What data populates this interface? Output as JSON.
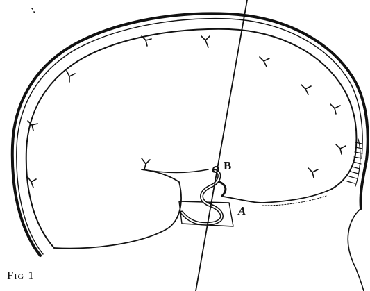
{
  "figure": {
    "caption": "Fig 1",
    "point_labels": {
      "a": "A",
      "b": "B"
    }
  },
  "colors": {
    "ink": "#111111",
    "background": "#ffffff"
  }
}
